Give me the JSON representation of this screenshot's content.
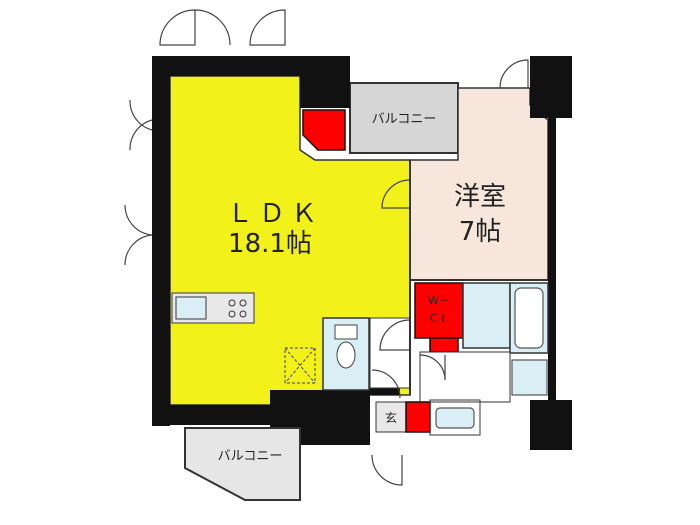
{
  "rooms": {
    "ldk": {
      "label": "ＬＤＫ",
      "size": "18.1帖",
      "color": "#f2f21a"
    },
    "western_room": {
      "label": "洋室",
      "size": "7帖",
      "color": "#f6e6dc"
    },
    "balcony_top": {
      "label": "バルコニー",
      "color": "#d6d6d6"
    },
    "balcony_bottom": {
      "label": "バルコニー",
      "color": "#e6e6e6"
    },
    "walk_in_closet": {
      "label_line1": "W－",
      "label_line2": "ＣＬ",
      "color": "#ff0000"
    },
    "entrance": {
      "label": "玄"
    }
  },
  "colors": {
    "wall": "#111111",
    "storage_red": "#ff0000",
    "bath_blue": "#d9eef5",
    "hall": "#ffffff"
  },
  "icons": [
    "door-swing-icon",
    "kitchen-sink-icon",
    "stove-icon",
    "toilet-icon",
    "bathtub-icon",
    "washbasin-icon",
    "washing-machine-space-icon"
  ]
}
